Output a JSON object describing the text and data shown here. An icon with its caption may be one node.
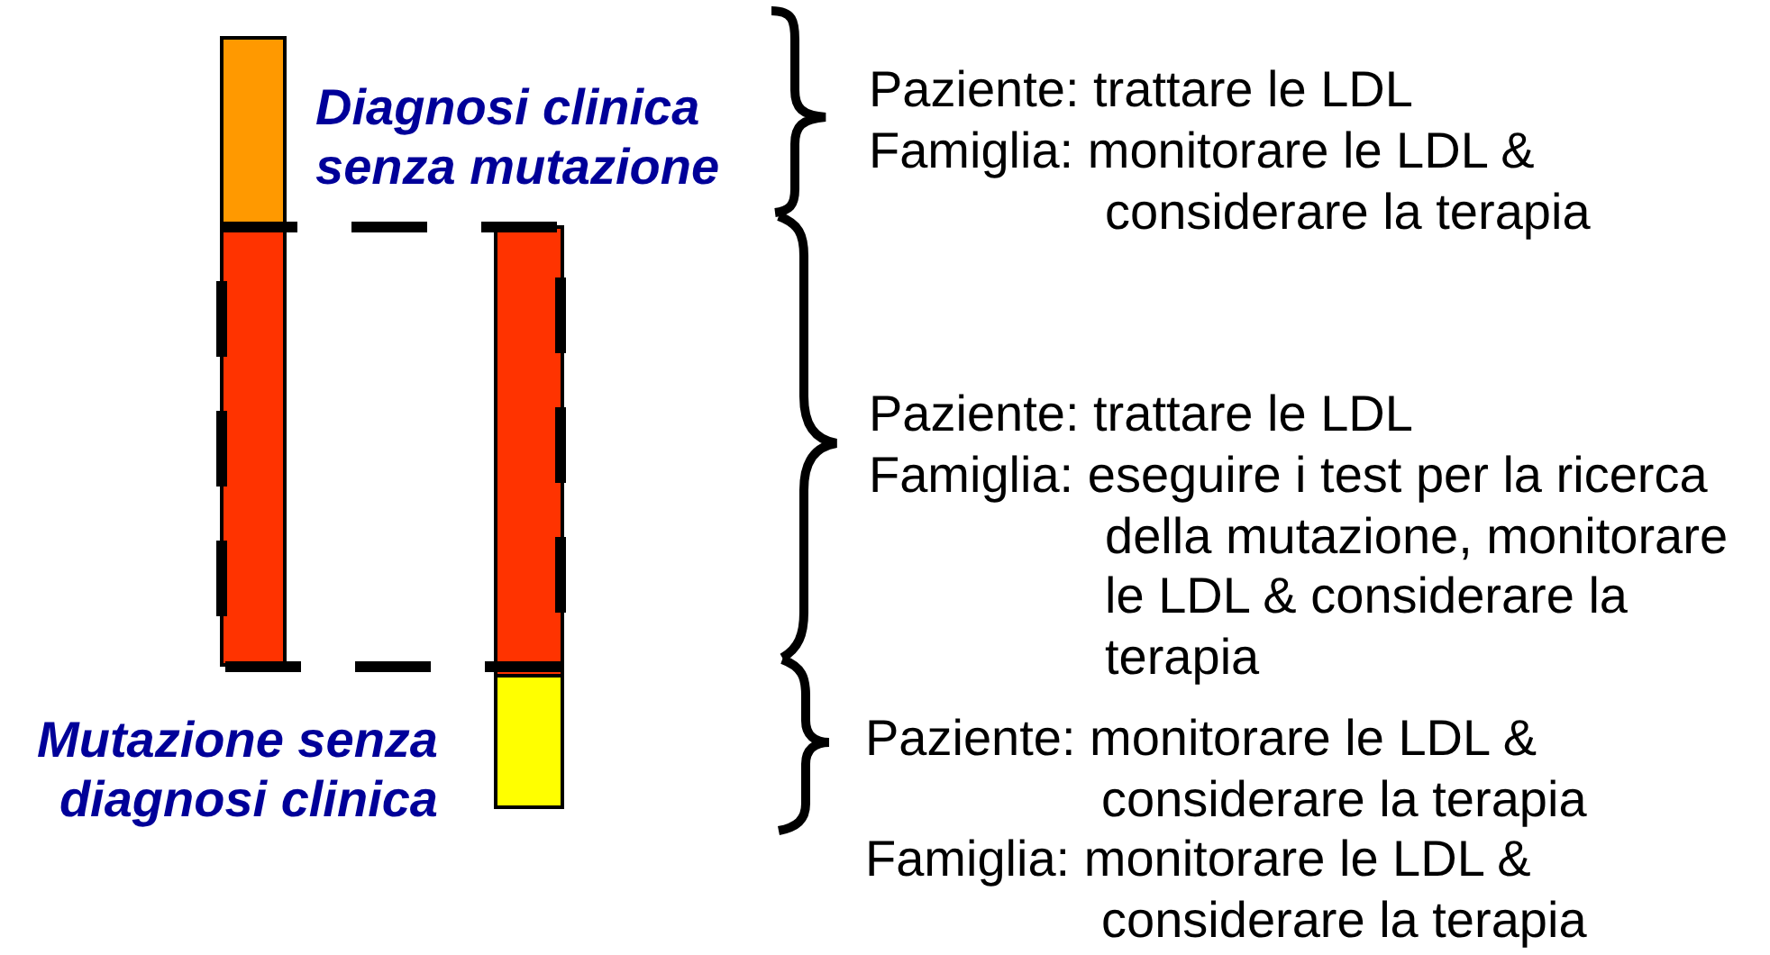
{
  "diagram": {
    "nodes": [
      {
        "text": [],
        "shape": "bar"
      },
      {
        "text": [],
        "shape": "bar"
      },
      {
        "text": [],
        "shape": "bar"
      },
      {
        "text": [],
        "shape": "bar"
      }
    ],
    "labels": [
      "Diagnosi clinica senza mutazione",
      "Paziente: trattare le LDL",
      "Famiglia: monitorare le LDL & considerare la terapia",
      "Paziente: trattare le LDL",
      "Famiglia: eseguire i test per la ricerca della mutazione, monitorare le LDL & considerare la terapia",
      "Mutazione senza diagnosi clinica",
      "Paziente: monitorare le LDL & considerare la terapia",
      "Famiglia: monitorare le LDL & considerare la terapia"
    ]
  }
}
